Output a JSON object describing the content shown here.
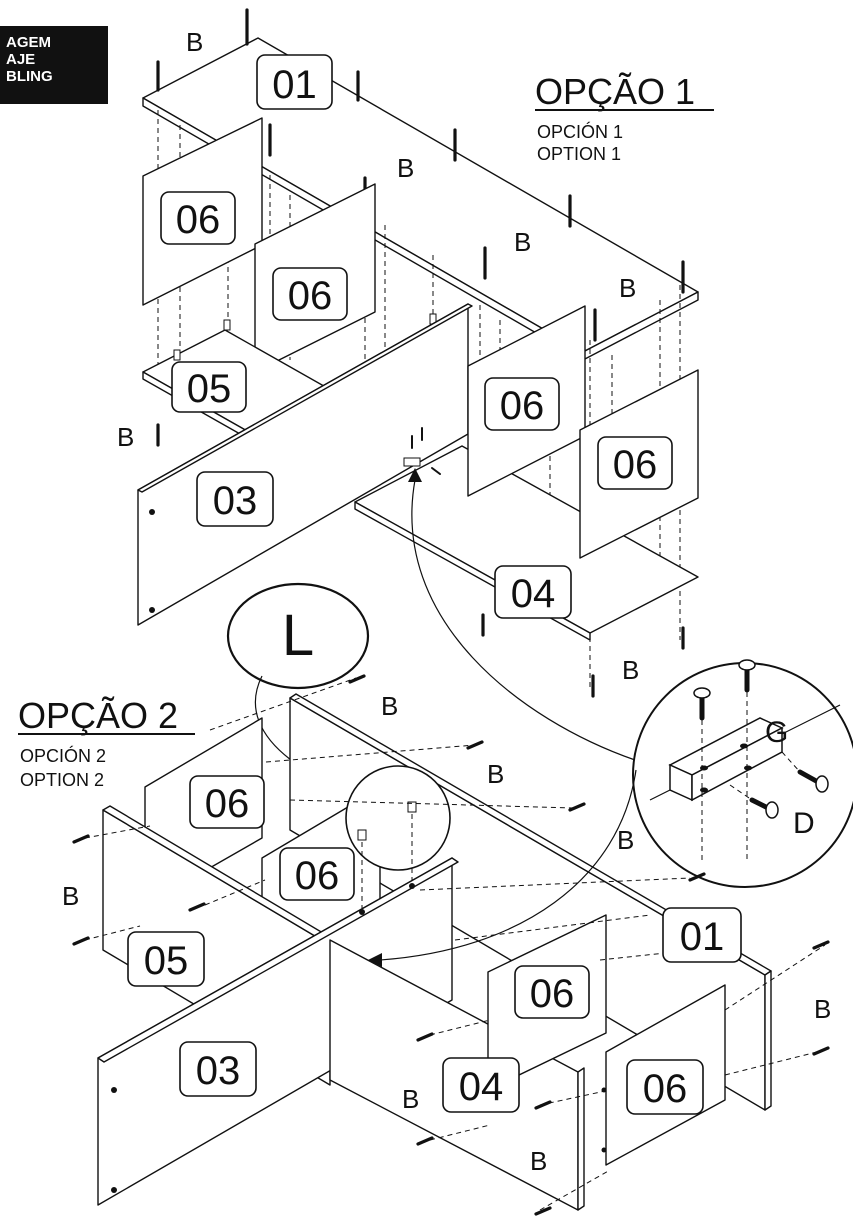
{
  "header_tab": {
    "lines": [
      "AGEM",
      "AJE",
      "BLING"
    ],
    "bg_color": "#111111",
    "text_color": "#ffffff"
  },
  "option1": {
    "title": "OPÇÃO 1",
    "sub1": "OPCIÓN 1",
    "sub2": "OPTION 1"
  },
  "option2": {
    "title": "OPÇÃO 2",
    "sub1": "OPCIÓN 2",
    "sub2": "OPTION 2"
  },
  "parts": {
    "p01": "01",
    "p03": "03",
    "p04": "04",
    "p05": "05",
    "p06": "06"
  },
  "hardware": {
    "screw": "B",
    "bracket": "G",
    "bracket_screw": "D",
    "callout": "L"
  }
}
